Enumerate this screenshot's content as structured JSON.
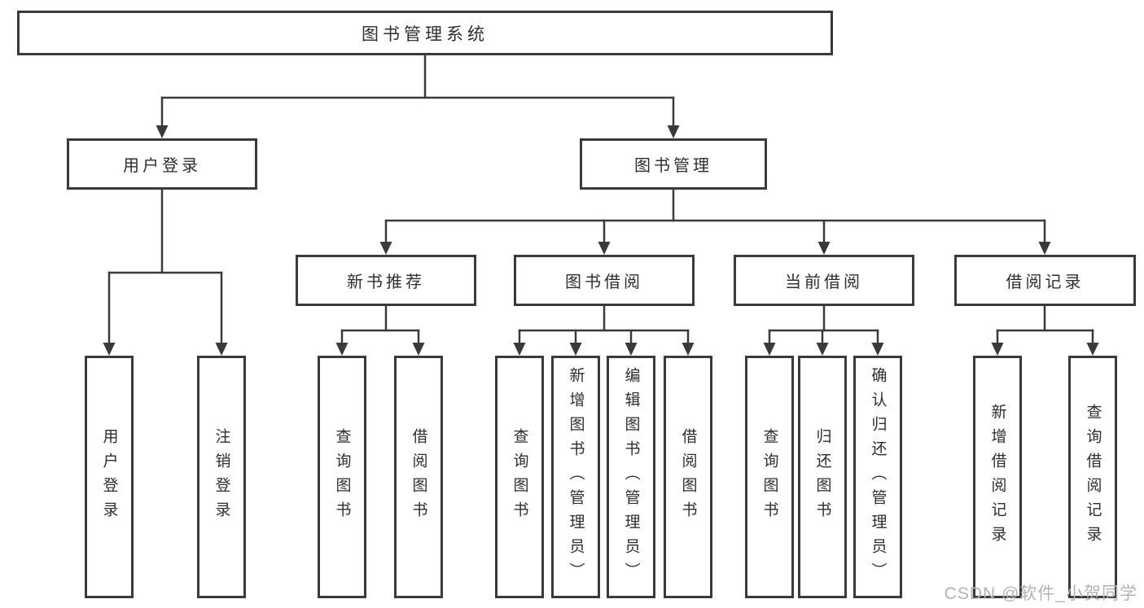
{
  "diagram": {
    "root": {
      "label": "图书管理系统"
    },
    "branches": [
      {
        "label": "用户登录",
        "children": [
          {
            "label": "用户登录"
          },
          {
            "label": "注销登录"
          }
        ]
      },
      {
        "label": "图书管理",
        "sections": [
          {
            "label": "新书推荐",
            "children": [
              {
                "label": "查询图书"
              },
              {
                "label": "借阅图书"
              }
            ]
          },
          {
            "label": "图书借阅",
            "children": [
              {
                "label": "查询图书"
              },
              {
                "label": "新增图书（管理员）"
              },
              {
                "label": "编辑图书（管理员）"
              },
              {
                "label": "借阅图书"
              }
            ]
          },
          {
            "label": "当前借阅",
            "children": [
              {
                "label": "查询图书"
              },
              {
                "label": "归还图书"
              },
              {
                "label": "确认归还（管理员）"
              }
            ]
          },
          {
            "label": "借阅记录",
            "children": [
              {
                "label": "新增借阅记录"
              },
              {
                "label": "查询借阅记录"
              }
            ]
          }
        ]
      }
    ]
  },
  "watermark": {
    "text": "CSDN @软件_小贺同学"
  },
  "colors": {
    "line": "#3a3a3a",
    "text": "#2e2e2e",
    "background": "#ffffff",
    "watermark": "#b3b3b3"
  }
}
